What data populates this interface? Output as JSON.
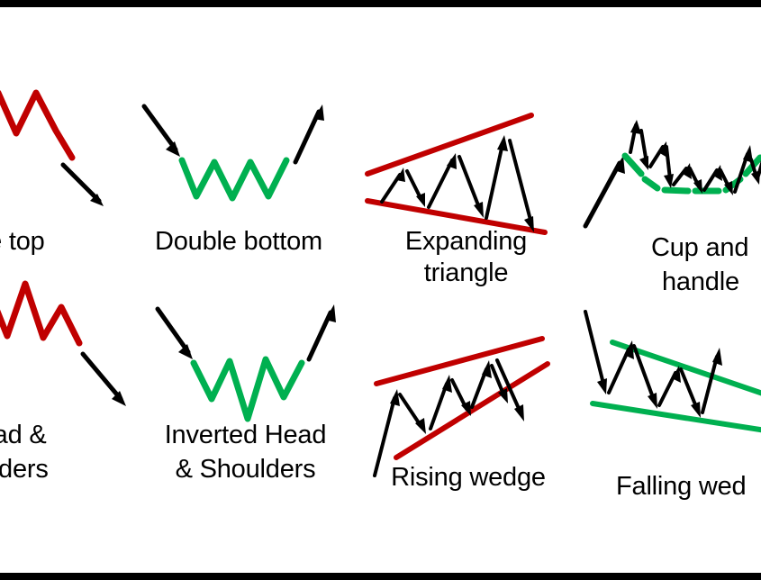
{
  "figure": {
    "kind": "chart-pattern-reference-diagram",
    "description": "Technical analysis chart pattern cheat sheet",
    "background": "#FFFFFF",
    "letterbox_color": "#000000",
    "colors": {
      "bearish_line": "#C00000",
      "bullish_line": "#00B050",
      "price_arrow": "#000000",
      "caption_text": "#000000"
    }
  },
  "patterns": [
    {
      "id": "double-top",
      "caption": "uble top",
      "full_name": "Double top",
      "clipped": "left",
      "trend_line_color": "#C00000",
      "bias": "bearish",
      "breakout_direction": "down"
    },
    {
      "id": "double-bottom",
      "caption": "Double bottom",
      "full_name": "Double bottom",
      "clipped": "none",
      "trend_line_color": "#00B050",
      "bias": "bullish",
      "breakout_direction": "up"
    },
    {
      "id": "expanding-triangle",
      "caption_line1": "Expanding",
      "caption_line2": "triangle",
      "full_name": "Expanding triangle",
      "clipped": "none",
      "trend_line_color": "#C00000",
      "bias": "bearish",
      "breakout_direction": "down"
    },
    {
      "id": "cup-and-handle",
      "caption_line1": "Cup and",
      "caption_line2": "handle",
      "full_name": "Cup and handle",
      "clipped": "right",
      "trend_line_color": "#00B050",
      "bias": "bullish",
      "breakout_direction": "up"
    },
    {
      "id": "head-and-shoulders",
      "caption_line1": "Head &",
      "caption_line2": "houlders",
      "full_name": "Head & Shoulders",
      "clipped": "left",
      "trend_line_color": "#C00000",
      "bias": "bearish",
      "breakout_direction": "down"
    },
    {
      "id": "inverted-head-and-shoulders",
      "caption_line1": "Inverted Head",
      "caption_line2": "& Shoulders",
      "full_name": "Inverted Head & Shoulders",
      "clipped": "none",
      "trend_line_color": "#00B050",
      "bias": "bullish",
      "breakout_direction": "up"
    },
    {
      "id": "rising-wedge",
      "caption": "Rising wedge",
      "full_name": "Rising wedge",
      "clipped": "none",
      "trend_line_color": "#C00000",
      "bias": "bearish",
      "breakout_direction": "down"
    },
    {
      "id": "falling-wedge",
      "caption": "Falling wed",
      "full_name": "Falling wedge",
      "clipped": "right",
      "trend_line_color": "#00B050",
      "bias": "bullish",
      "breakout_direction": "up"
    }
  ]
}
